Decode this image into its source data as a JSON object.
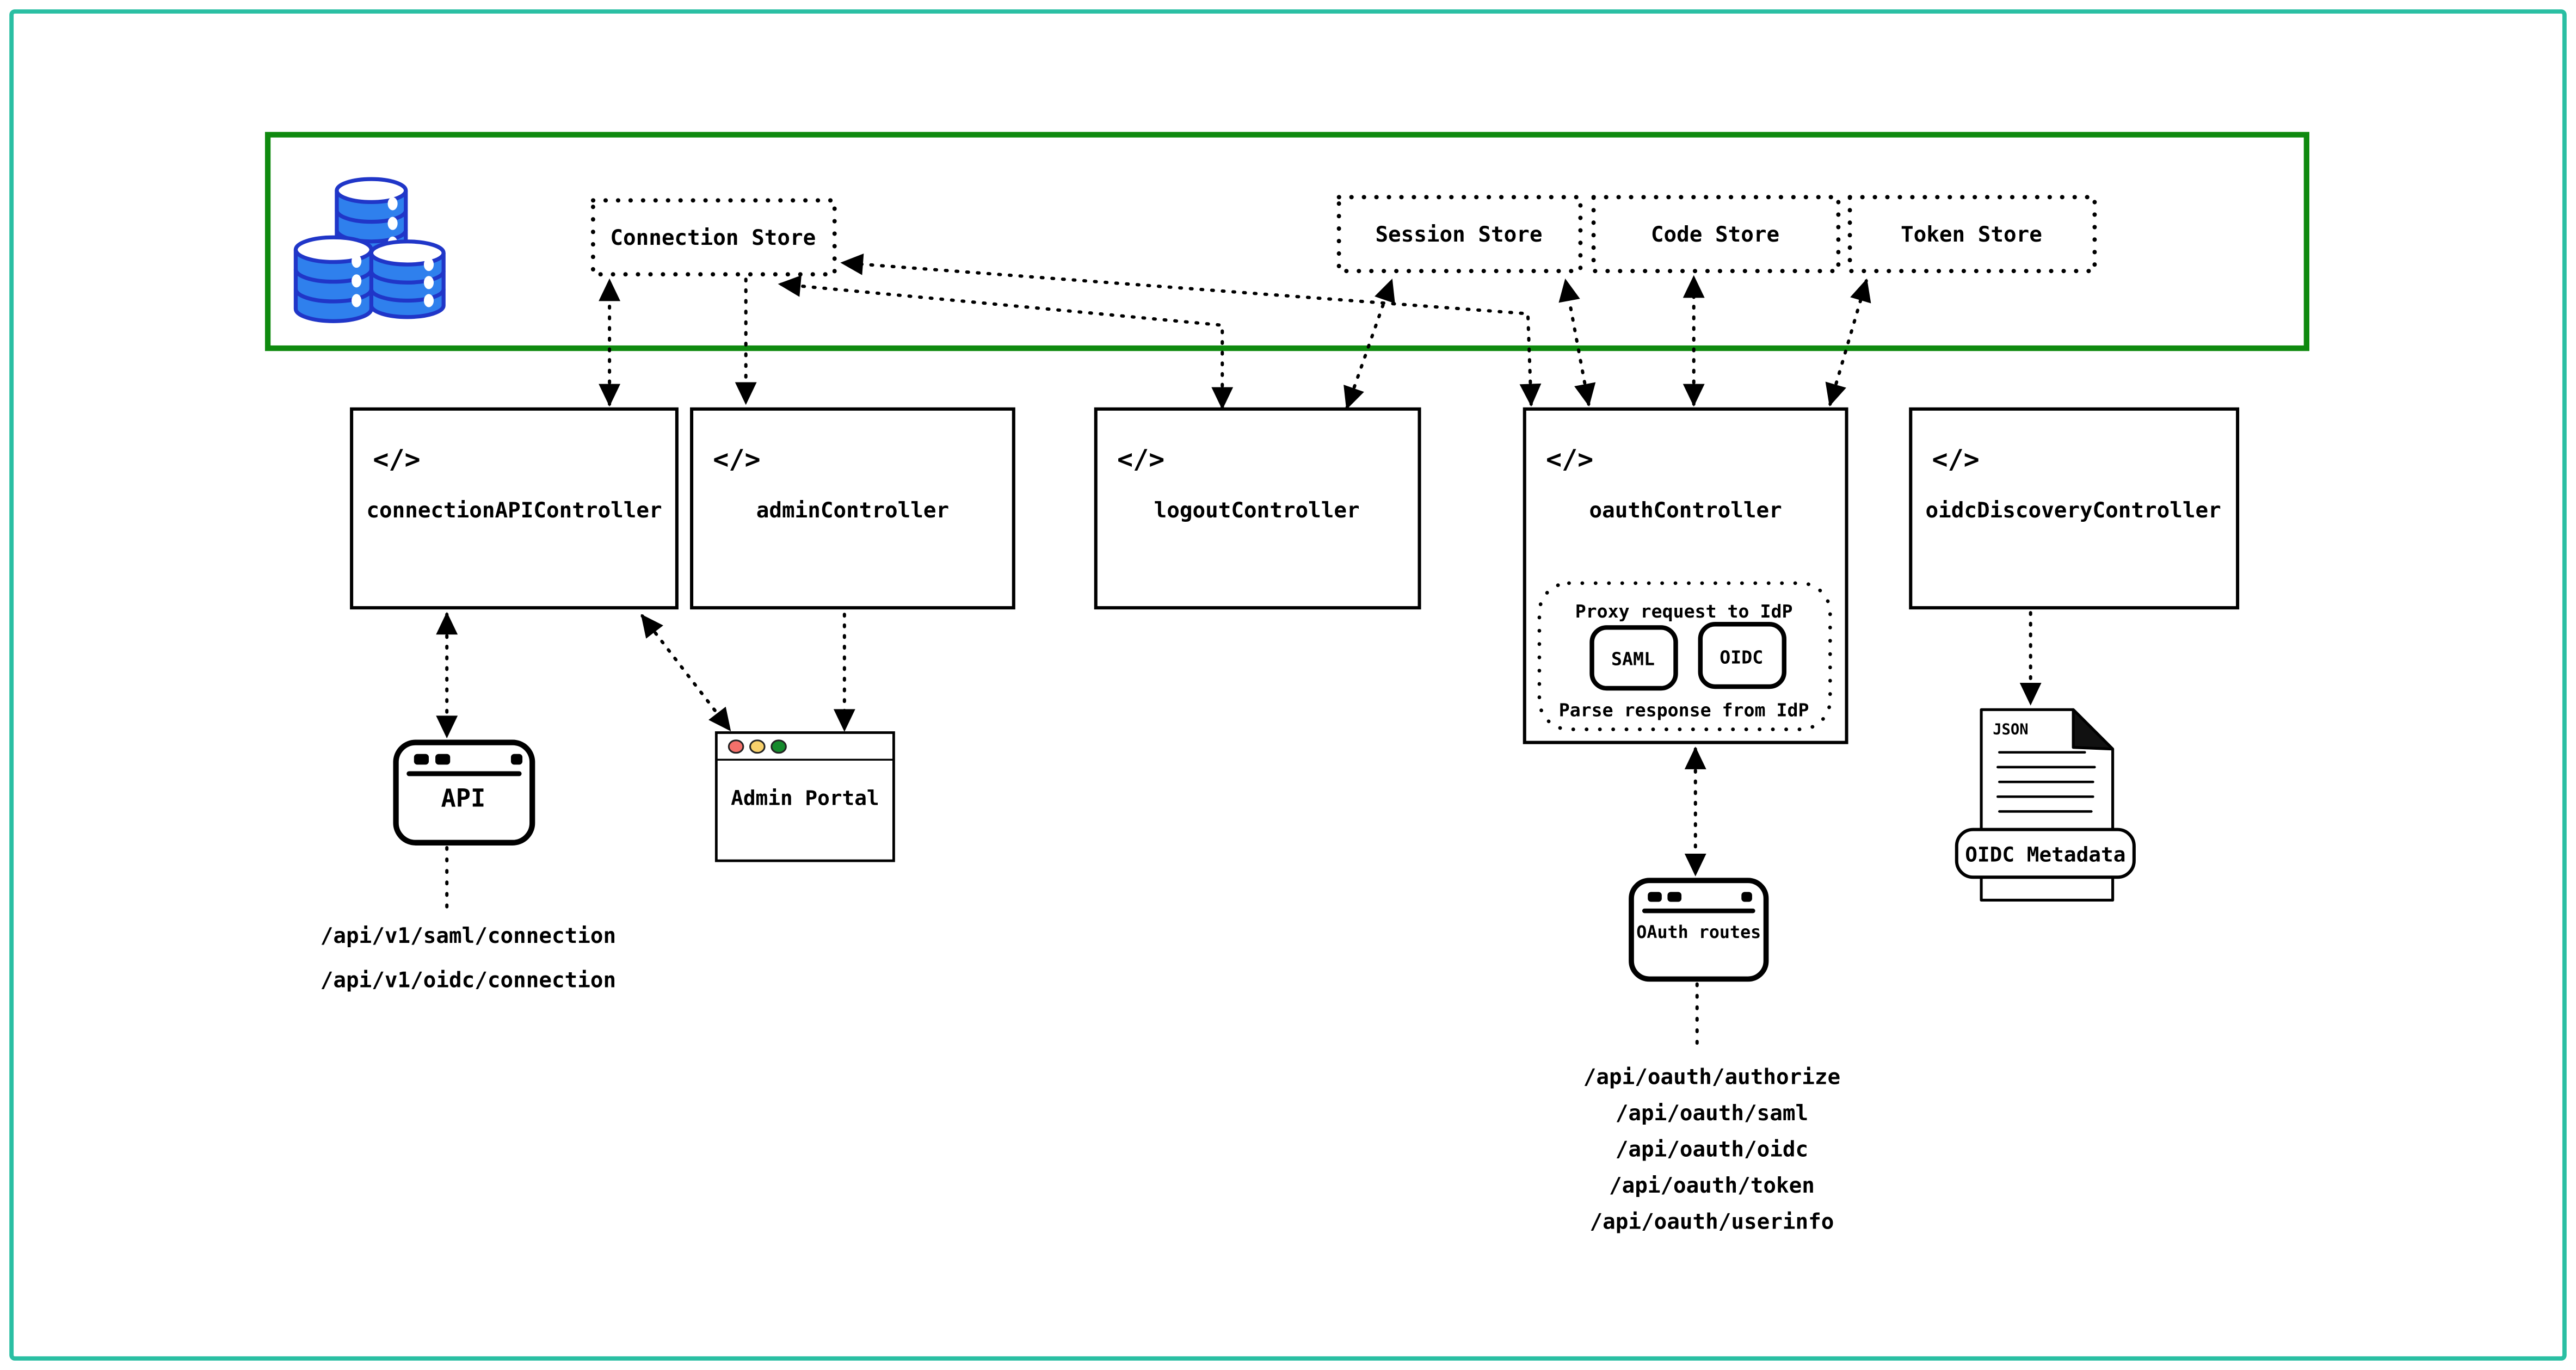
{
  "diagram": {
    "code_icon": "</>",
    "store_layer": {
      "stores": [
        {
          "label": "Connection Store"
        },
        {
          "label": "Session Store"
        },
        {
          "label": "Code Store"
        },
        {
          "label": "Token Store"
        }
      ]
    },
    "controllers": [
      {
        "label": "connectionAPIController"
      },
      {
        "label": "adminController"
      },
      {
        "label": "logoutController"
      },
      {
        "label": "oauthController"
      },
      {
        "label": "oidcDiscoveryController"
      }
    ],
    "oauth_box": {
      "proxy_label": "Proxy request to IdP",
      "parse_label": "Parse response from IdP",
      "protocols": [
        {
          "label": "SAML"
        },
        {
          "label": "OIDC"
        }
      ]
    },
    "api_window": {
      "label": "API",
      "routes": [
        "/api/v1/saml/connection",
        "/api/v1/oidc/connection"
      ]
    },
    "admin_portal": {
      "label": "Admin Portal"
    },
    "oauth_routes_window": {
      "label": "OAuth routes",
      "routes": [
        "/api/oauth/authorize",
        "/api/oauth/saml",
        "/api/oauth/oidc",
        "/api/oauth/token",
        "/api/oauth/userinfo"
      ]
    },
    "oidc_metadata": {
      "file_type": "JSON",
      "label": "OIDC Metadata"
    },
    "colors": {
      "outer_border": "#2abfa3",
      "store_layer_border": "#0f8a0f",
      "database_fill": "#2f80ed",
      "database_stroke": "#2036c8",
      "traffic_red": "#f4706a",
      "traffic_yellow": "#f7d06b",
      "traffic_green": "#158a2c"
    }
  }
}
